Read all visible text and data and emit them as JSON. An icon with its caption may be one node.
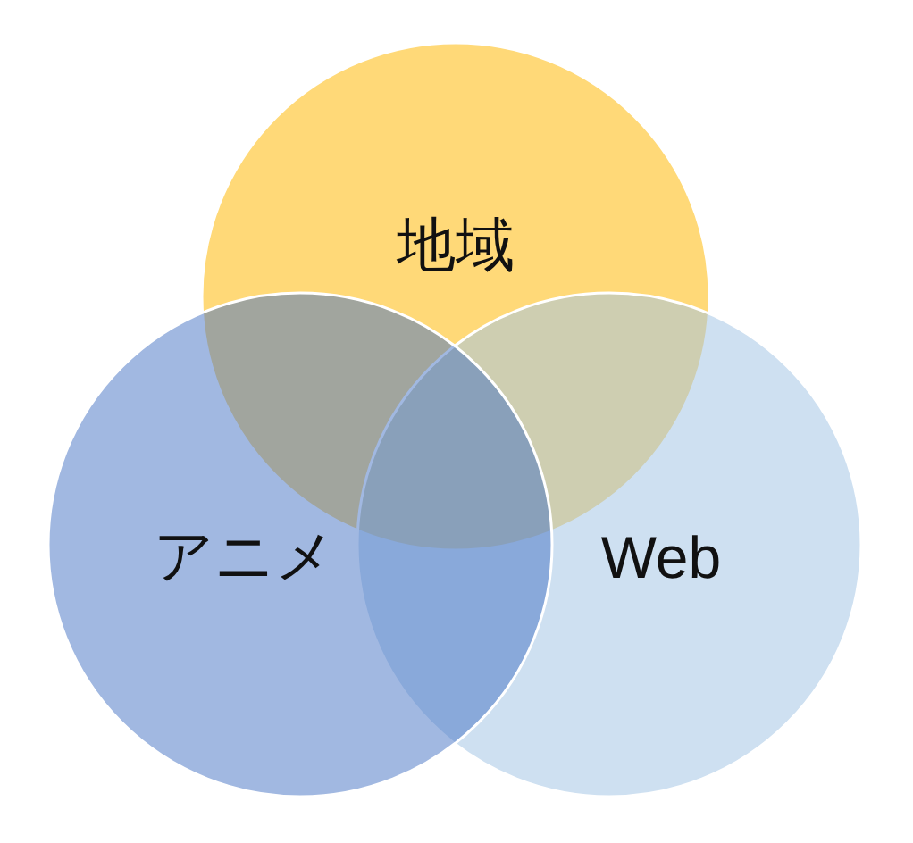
{
  "diagram": {
    "nodes": [
      {
        "text": [
          "地域"
        ]
      },
      {
        "text": [
          "アニメ"
        ]
      },
      {
        "text": [
          "Web"
        ]
      }
    ]
  }
}
